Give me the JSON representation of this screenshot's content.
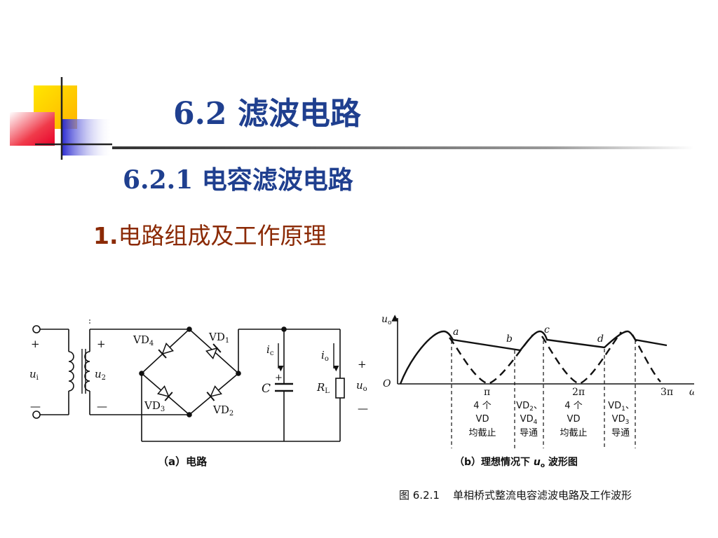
{
  "slide": {
    "title": "6.2  滤波电路",
    "subtitle": "6.2.1 电容滤波电路",
    "section_number": "1.",
    "section_text": "电路组成及工作原理",
    "colors": {
      "title": "#1f3f8f",
      "section": "#8b2a05",
      "deco_yellow": "#ffd700",
      "deco_blue": "#3a3ad8",
      "deco_red": "#f23a4a"
    }
  },
  "circuit": {
    "plus_in": "+",
    "minus_in": "—",
    "ui_main": "u",
    "ui_sub": "i",
    "plus_sec": "+",
    "minus_sec": "—",
    "u2_main": "u",
    "u2_sub": "2",
    "vd4_main": "VD",
    "vd4_sub": "4",
    "vd1_main": "VD",
    "vd1_sub": "1",
    "vd3_main": "VD",
    "vd3_sub": "3",
    "vd2_main": "VD",
    "vd2_sub": "2",
    "ic_main": "i",
    "ic_sub": "c",
    "io_main": "i",
    "io_sub": "o",
    "cap_plus": "+",
    "cap_label": "C",
    "rl_main": "R",
    "rl_sub": "L",
    "plus_out": "+",
    "minus_out": "—",
    "uo_main": "u",
    "uo_sub": "o",
    "caption": "（a）电路"
  },
  "waveform": {
    "y_axis_main": "u",
    "y_axis_sub": "o",
    "origin": "O",
    "x_axis": "ωt",
    "point_a": "a",
    "point_b": "b",
    "point_c": "c",
    "point_d": "d",
    "tick_pi": "π",
    "tick_2pi": "2π",
    "tick_3pi": "3π",
    "block1": [
      "4 个",
      "VD",
      "均截止"
    ],
    "block2_l1_main": "VD",
    "block2_l1_sub": "2",
    "block2_l1_tail": "、",
    "block2_l2_main": "VD",
    "block2_l2_sub": "4",
    "block2_l3": "导通",
    "block3": [
      "4 个",
      "VD",
      "均截止"
    ],
    "block4_l1_main": "VD",
    "block4_l1_sub": "1",
    "block4_l1_tail": "、",
    "block4_l2_main": "VD",
    "block4_l2_sub": "3",
    "block4_l3": "导通",
    "caption_prefix": "（b）理想情况下 ",
    "caption_var_main": "u",
    "caption_var_sub": "o",
    "caption_suffix": " 波形图"
  },
  "figure_caption": "图 6.2.1    单相桥式整流电容滤波电路及工作波形"
}
